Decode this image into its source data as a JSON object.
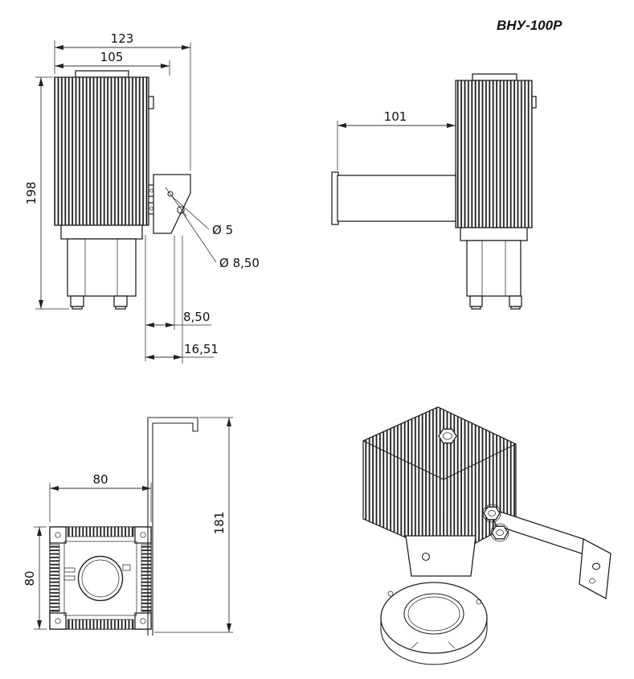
{
  "title": "ВНУ-100Р",
  "front_view": {
    "overall_width": "123",
    "body_width": "105",
    "height": "198",
    "hole_small_dia": "Ø 5",
    "hole_large_dia": "Ø 8,50",
    "hole_offset": "8,50",
    "bracket_offset": "16,51"
  },
  "side_view": {
    "arm_length": "101"
  },
  "bottom_view": {
    "width": "80",
    "depth": "80",
    "bracket_height": "181"
  }
}
